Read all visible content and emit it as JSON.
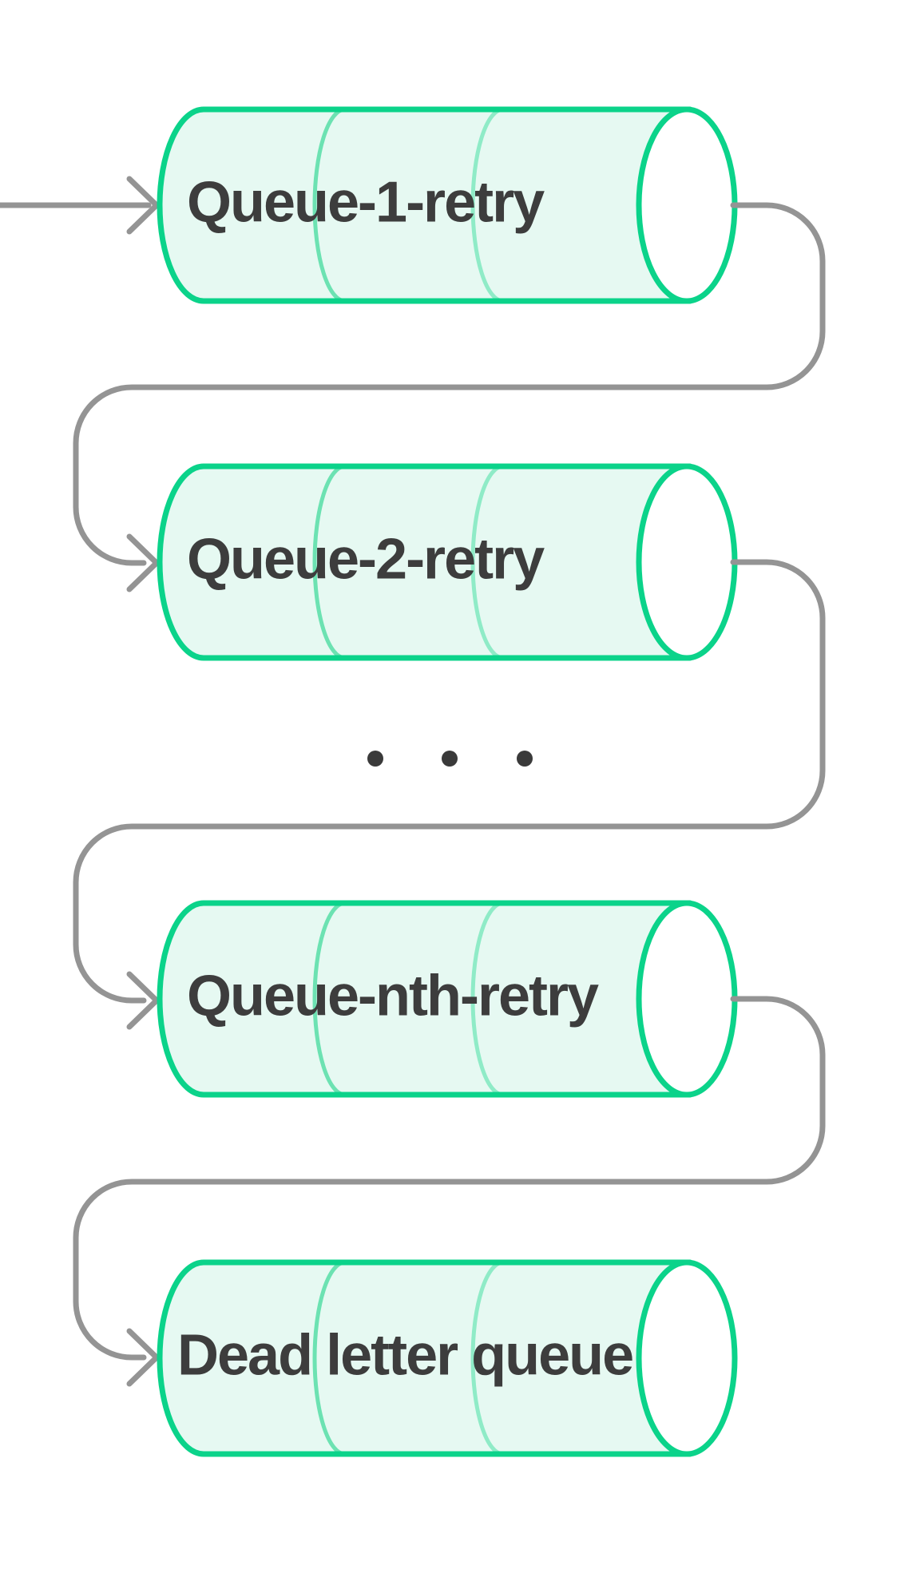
{
  "diagram": {
    "queues": [
      {
        "label": "Queue-1-retry"
      },
      {
        "label": "Queue-2-retry"
      },
      {
        "label": "Queue-nth-retry"
      },
      {
        "label": "Dead letter queue"
      }
    ],
    "icons": {
      "flow_arrowheads": "arrow-right-chevron",
      "between_queues": "ellipsis-dots"
    },
    "colors": {
      "cylinder_stroke": "#0bd38a",
      "cylinder_fill": "#e6f9f2",
      "ring1_color": "#6ce2b2",
      "ring2_color": "#8febc7",
      "connector_color": "#949494",
      "text_color": "#3d3d3d",
      "dot_color": "#3a3a3a",
      "background": "#ffffff"
    }
  }
}
